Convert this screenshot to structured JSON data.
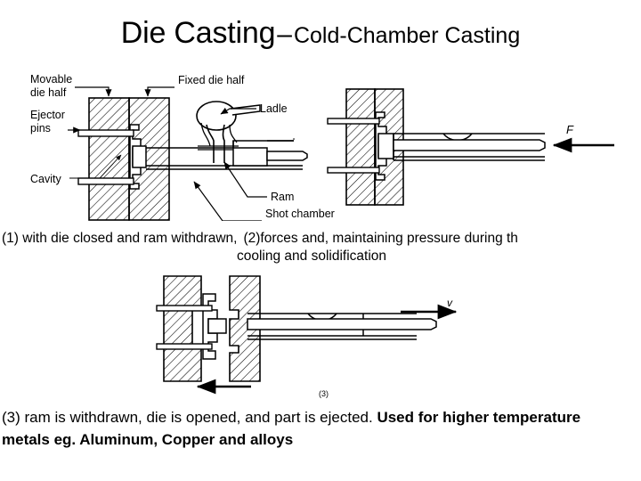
{
  "slide": {
    "title": {
      "main": "Die Casting",
      "dash": "–",
      "sub": "Cold-Chamber Casting"
    },
    "background_color": "#ffffff",
    "ink_color": "#000000"
  },
  "figure_1": {
    "name": "cold-chamber-die-casting-step-1",
    "labels": {
      "movable_die_half_line1": "Movable",
      "movable_die_half_line2": "die half",
      "fixed_die_half": "Fixed die half",
      "ejector_pins_line1": "Ejector",
      "ejector_pins_line2": "pins",
      "cavity": "Cavity",
      "ladle": "Ladle",
      "ram": "Ram",
      "shot_chamber": "Shot chamber"
    }
  },
  "figure_2": {
    "name": "cold-chamber-die-casting-step-2",
    "labels": {
      "force": "F"
    }
  },
  "figure_3": {
    "name": "cold-chamber-die-casting-step-3",
    "labels": {
      "velocity": "v",
      "figure_number": "(3)"
    }
  },
  "captions": {
    "step_1_2_line1_seg1": "(1) with die closed and ram withdrawn,",
    "step_1_2_line1_seg2": "(2)forces and, maintaining pressure during th",
    "step_1_2_line2": "cooling and solidification",
    "step_3_plain": "(3) ram is withdrawn, die is opened, and part is ejected.",
    "step_3_bold": "Used for higher temperature metals eg. Aluminum, Copper and alloys"
  }
}
